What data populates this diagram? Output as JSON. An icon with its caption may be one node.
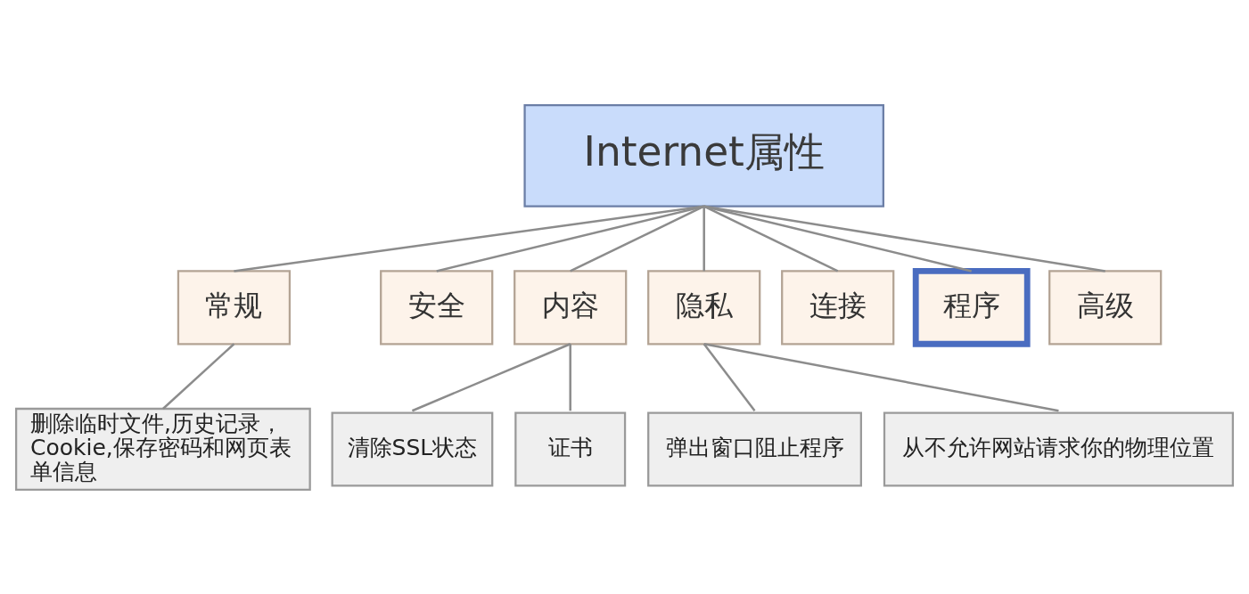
{
  "diagram": {
    "nodes": [
      {
        "text": [
          "Internet属性"
        ]
      },
      {
        "text": [
          "常规"
        ]
      },
      {
        "text": [
          "安全"
        ]
      },
      {
        "text": [
          "内容"
        ]
      },
      {
        "text": [
          "隐私"
        ]
      },
      {
        "text": [
          "连接"
        ]
      },
      {
        "text": [
          "程序"
        ]
      },
      {
        "text": [
          "高级"
        ]
      },
      {
        "text": [
          "删除临时文件,历史记录，Cookie,保存密码和网页表单信息"
        ]
      },
      {
        "text": [
          "清除SSL状态"
        ]
      },
      {
        "text": [
          "证书"
        ]
      },
      {
        "text": [
          "弹出窗口阻止程序"
        ]
      },
      {
        "text": [
          "从不允许网站请求你的物理位置"
        ]
      }
    ],
    "edges": [
      {
        "from": 0,
        "to": 1,
        "arrow": "none"
      },
      {
        "from": 0,
        "to": 2,
        "arrow": "none"
      },
      {
        "from": 0,
        "to": 3,
        "arrow": "none"
      },
      {
        "from": 0,
        "to": 4,
        "arrow": "none"
      },
      {
        "from": 0,
        "to": 5,
        "arrow": "none"
      },
      {
        "from": 0,
        "to": 6,
        "arrow": "none"
      },
      {
        "from": 0,
        "to": 7,
        "arrow": "none"
      },
      {
        "from": 1,
        "to": 8,
        "arrow": "none"
      },
      {
        "from": 3,
        "to": 9,
        "arrow": "none"
      },
      {
        "from": 3,
        "to": 10,
        "arrow": "none"
      },
      {
        "from": 4,
        "to": 11,
        "arrow": "none"
      },
      {
        "from": 4,
        "to": 12,
        "arrow": "none"
      }
    ]
  }
}
